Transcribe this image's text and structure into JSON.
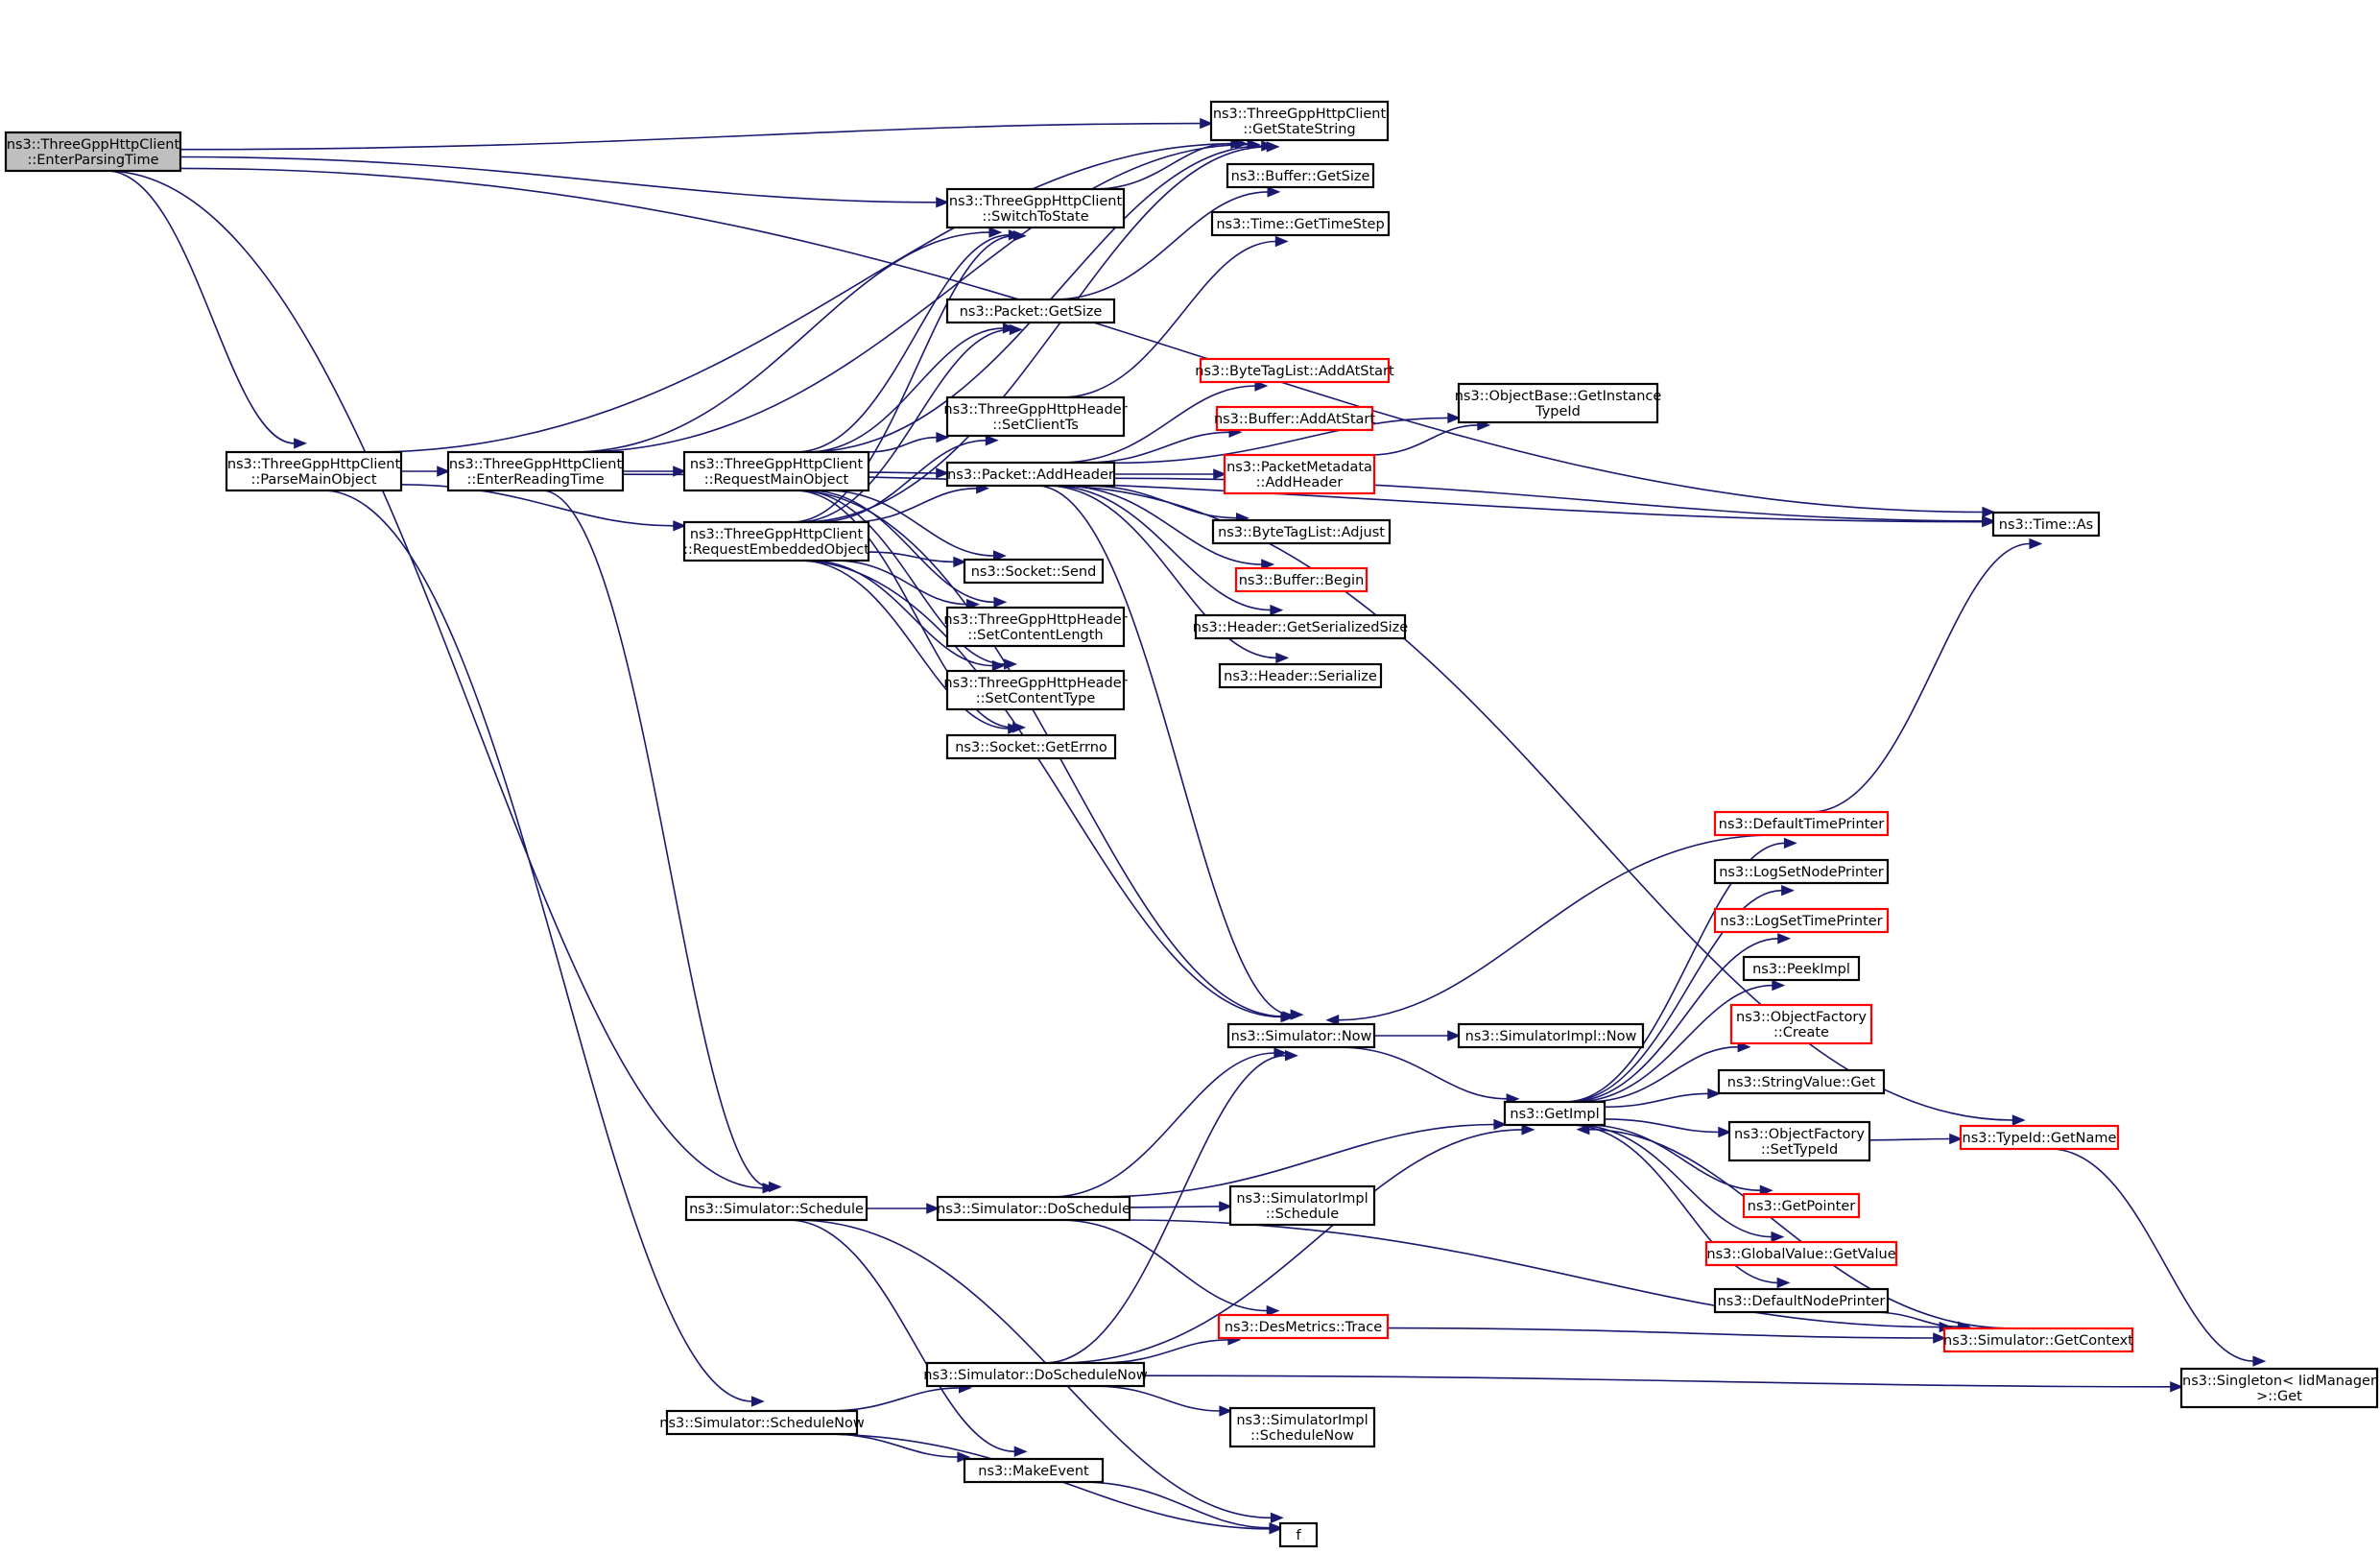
{
  "colors": {
    "edge": "#191970",
    "node_border": "#000000",
    "node_border_truncated": "#ff0000",
    "node_fill": "#ffffff",
    "root_fill": "#bfbfbf"
  },
  "nodes": [
    {
      "id": "root",
      "lines": [
        "ns3::ThreeGppHttpClient",
        "::EnterParsingTime"
      ],
      "root": true
    },
    {
      "id": "parseMain",
      "lines": [
        "ns3::ThreeGppHttpClient",
        "::ParseMainObject"
      ]
    },
    {
      "id": "enterReading",
      "lines": [
        "ns3::ThreeGppHttpClient",
        "::EnterReadingTime"
      ]
    },
    {
      "id": "reqMain",
      "lines": [
        "ns3::ThreeGppHttpClient",
        "::RequestMainObject"
      ]
    },
    {
      "id": "reqEmb",
      "lines": [
        "ns3::ThreeGppHttpClient",
        "::RequestEmbeddedObject"
      ]
    },
    {
      "id": "getState",
      "lines": [
        "ns3::ThreeGppHttpClient",
        "::GetStateString"
      ]
    },
    {
      "id": "switchState",
      "lines": [
        "ns3::ThreeGppHttpClient",
        "::SwitchToState"
      ]
    },
    {
      "id": "bufGetSize",
      "lines": [
        "ns3::Buffer::GetSize"
      ]
    },
    {
      "id": "timeStep",
      "lines": [
        "ns3::Time::GetTimeStep"
      ]
    },
    {
      "id": "pktGetSize",
      "lines": [
        "ns3::Packet::GetSize"
      ]
    },
    {
      "id": "setClientTs",
      "lines": [
        "ns3::ThreeGppHttpHeader",
        "::SetClientTs"
      ]
    },
    {
      "id": "pktAddHeader",
      "lines": [
        "ns3::Packet::AddHeader"
      ]
    },
    {
      "id": "btlAddAtStart",
      "lines": [
        "ns3::ByteTagList::AddAtStart"
      ],
      "truncated": true
    },
    {
      "id": "bufAddAtStart",
      "lines": [
        "ns3::Buffer::AddAtStart"
      ],
      "truncated": true
    },
    {
      "id": "pmAddHeader",
      "lines": [
        "ns3::PacketMetadata",
        "::AddHeader"
      ],
      "truncated": true
    },
    {
      "id": "btlAdjust",
      "lines": [
        "ns3::ByteTagList::Adjust"
      ]
    },
    {
      "id": "bufBegin",
      "lines": [
        "ns3::Buffer::Begin"
      ],
      "truncated": true
    },
    {
      "id": "hdrGetSer",
      "lines": [
        "ns3::Header::GetSerializedSize"
      ]
    },
    {
      "id": "hdrSer",
      "lines": [
        "ns3::Header::Serialize"
      ]
    },
    {
      "id": "objGetTid",
      "lines": [
        "ns3::ObjectBase::GetInstance",
        "TypeId"
      ]
    },
    {
      "id": "timeAs",
      "lines": [
        "ns3::Time::As"
      ]
    },
    {
      "id": "sockSend",
      "lines": [
        "ns3::Socket::Send"
      ]
    },
    {
      "id": "setContLen",
      "lines": [
        "ns3::ThreeGppHttpHeader",
        "::SetContentLength"
      ]
    },
    {
      "id": "setContType",
      "lines": [
        "ns3::ThreeGppHttpHeader",
        "::SetContentType"
      ]
    },
    {
      "id": "sockErrno",
      "lines": [
        "ns3::Socket::GetErrno"
      ]
    },
    {
      "id": "defTimePrinter",
      "lines": [
        "ns3::DefaultTimePrinter"
      ],
      "truncated": true
    },
    {
      "id": "logSetNode",
      "lines": [
        "ns3::LogSetNodePrinter"
      ]
    },
    {
      "id": "logSetTime",
      "lines": [
        "ns3::LogSetTimePrinter"
      ],
      "truncated": true
    },
    {
      "id": "peekImpl",
      "lines": [
        "ns3::PeekImpl"
      ]
    },
    {
      "id": "objFactCreate",
      "lines": [
        "ns3::ObjectFactory",
        "::Create"
      ],
      "truncated": true
    },
    {
      "id": "simNow",
      "lines": [
        "ns3::Simulator::Now"
      ]
    },
    {
      "id": "simImplNow",
      "lines": [
        "ns3::SimulatorImpl::Now"
      ]
    },
    {
      "id": "getImpl",
      "lines": [
        "ns3::GetImpl"
      ]
    },
    {
      "id": "strValGet",
      "lines": [
        "ns3::StringValue::Get"
      ]
    },
    {
      "id": "objFactSetTid",
      "lines": [
        "ns3::ObjectFactory",
        "::SetTypeId"
      ]
    },
    {
      "id": "tidGetName",
      "lines": [
        "ns3::TypeId::GetName"
      ],
      "truncated": true
    },
    {
      "id": "getPointer",
      "lines": [
        "ns3::GetPointer"
      ],
      "truncated": true
    },
    {
      "id": "gvGetValue",
      "lines": [
        "ns3::GlobalValue::GetValue"
      ],
      "truncated": true
    },
    {
      "id": "defNodePrinter",
      "lines": [
        "ns3::DefaultNodePrinter"
      ]
    },
    {
      "id": "simSchedule",
      "lines": [
        "ns3::Simulator::Schedule"
      ]
    },
    {
      "id": "simDoSchedule",
      "lines": [
        "ns3::Simulator::DoSchedule"
      ]
    },
    {
      "id": "simImplSched",
      "lines": [
        "ns3::SimulatorImpl",
        "::Schedule"
      ]
    },
    {
      "id": "desTrace",
      "lines": [
        "ns3::DesMetrics::Trace"
      ],
      "truncated": true
    },
    {
      "id": "simGetContext",
      "lines": [
        "ns3::Simulator::GetContext"
      ],
      "truncated": true
    },
    {
      "id": "singletonGet",
      "lines": [
        "ns3::Singleton< IidManager",
        " >::Get"
      ]
    },
    {
      "id": "simSchedNow",
      "lines": [
        "ns3::Simulator::ScheduleNow"
      ]
    },
    {
      "id": "simDoSchedNow",
      "lines": [
        "ns3::Simulator::DoScheduleNow"
      ]
    },
    {
      "id": "simImplSchedNow",
      "lines": [
        "ns3::SimulatorImpl",
        "::ScheduleNow"
      ]
    },
    {
      "id": "makeEvent",
      "lines": [
        "ns3::MakeEvent"
      ]
    },
    {
      "id": "f",
      "lines": [
        "f"
      ]
    }
  ],
  "edges": [
    [
      "root",
      "timeAs"
    ],
    [
      "root",
      "getState"
    ],
    [
      "root",
      "switchState"
    ],
    [
      "root",
      "parseMain"
    ],
    [
      "root",
      "simSchedule"
    ],
    [
      "parseMain",
      "getState"
    ],
    [
      "parseMain",
      "enterReading"
    ],
    [
      "parseMain",
      "reqEmb"
    ],
    [
      "parseMain",
      "simSchedNow"
    ],
    [
      "enterReading",
      "getState"
    ],
    [
      "enterReading",
      "switchState"
    ],
    [
      "enterReading",
      "reqMain"
    ],
    [
      "enterReading",
      "timeAs"
    ],
    [
      "enterReading",
      "simSchedule"
    ],
    [
      "reqMain",
      "switchState"
    ],
    [
      "reqMain",
      "getState"
    ],
    [
      "reqMain",
      "pktGetSize"
    ],
    [
      "reqMain",
      "setClientTs"
    ],
    [
      "reqMain",
      "pktAddHeader"
    ],
    [
      "reqMain",
      "sockSend"
    ],
    [
      "reqMain",
      "setContLen"
    ],
    [
      "reqMain",
      "setContType"
    ],
    [
      "reqMain",
      "sockErrno"
    ],
    [
      "reqMain",
      "simNow"
    ],
    [
      "reqEmb",
      "switchState"
    ],
    [
      "reqEmb",
      "getState"
    ],
    [
      "reqEmb",
      "pktGetSize"
    ],
    [
      "reqEmb",
      "setClientTs"
    ],
    [
      "reqEmb",
      "pktAddHeader"
    ],
    [
      "reqEmb",
      "sockSend"
    ],
    [
      "reqEmb",
      "setContLen"
    ],
    [
      "reqEmb",
      "setContType"
    ],
    [
      "reqEmb",
      "sockErrno"
    ],
    [
      "reqEmb",
      "simNow"
    ],
    [
      "switchState",
      "getState"
    ],
    [
      "pktGetSize",
      "bufGetSize"
    ],
    [
      "setClientTs",
      "timeStep"
    ],
    [
      "pktAddHeader",
      "btlAddAtStart"
    ],
    [
      "pktAddHeader",
      "bufAddAtStart"
    ],
    [
      "pktAddHeader",
      "pmAddHeader"
    ],
    [
      "pktAddHeader",
      "btlAdjust"
    ],
    [
      "pktAddHeader",
      "bufBegin"
    ],
    [
      "pktAddHeader",
      "hdrGetSer"
    ],
    [
      "pktAddHeader",
      "hdrSer"
    ],
    [
      "pktAddHeader",
      "objGetTid"
    ],
    [
      "pktAddHeader",
      "timeAs"
    ],
    [
      "pktAddHeader",
      "tidGetName"
    ],
    [
      "pktAddHeader",
      "simNow"
    ],
    [
      "pmAddHeader",
      "objGetTid"
    ],
    [
      "simSchedule",
      "simDoSchedule"
    ],
    [
      "simSchedule",
      "makeEvent"
    ],
    [
      "simSchedule",
      "f"
    ],
    [
      "simDoSchedule",
      "simNow"
    ],
    [
      "simDoSchedule",
      "getImpl"
    ],
    [
      "simDoSchedule",
      "simImplSched"
    ],
    [
      "simDoSchedule",
      "desTrace"
    ],
    [
      "simDoSchedule",
      "simGetContext"
    ],
    [
      "simSchedNow",
      "simDoSchedNow"
    ],
    [
      "simSchedNow",
      "makeEvent"
    ],
    [
      "simSchedNow",
      "f"
    ],
    [
      "simDoSchedNow",
      "simNow"
    ],
    [
      "simDoSchedNow",
      "getImpl"
    ],
    [
      "simDoSchedNow",
      "desTrace"
    ],
    [
      "simDoSchedNow",
      "simImplSchedNow"
    ],
    [
      "simDoSchedNow",
      "singletonGet"
    ],
    [
      "makeEvent",
      "f"
    ],
    [
      "simNow",
      "simImplNow"
    ],
    [
      "simNow",
      "getImpl"
    ],
    [
      "getImpl",
      "defTimePrinter"
    ],
    [
      "getImpl",
      "logSetNode"
    ],
    [
      "getImpl",
      "logSetTime"
    ],
    [
      "getImpl",
      "peekImpl"
    ],
    [
      "getImpl",
      "objFactCreate"
    ],
    [
      "getImpl",
      "strValGet"
    ],
    [
      "getImpl",
      "objFactSetTid"
    ],
    [
      "getImpl",
      "getPointer"
    ],
    [
      "getImpl",
      "gvGetValue"
    ],
    [
      "getImpl",
      "defNodePrinter"
    ],
    [
      "defTimePrinter",
      "timeAs"
    ],
    [
      "defTimePrinter",
      "simNow"
    ],
    [
      "objFactSetTid",
      "tidGetName"
    ],
    [
      "tidGetName",
      "singletonGet"
    ],
    [
      "defNodePrinter",
      "simGetContext"
    ],
    [
      "simGetContext",
      "getImpl"
    ],
    [
      "desTrace",
      "simGetContext"
    ]
  ]
}
